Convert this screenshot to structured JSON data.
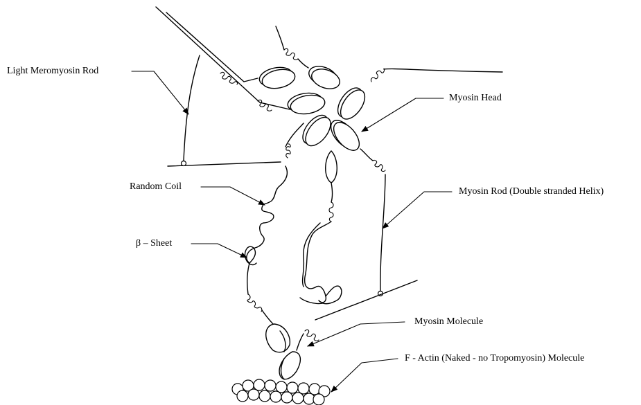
{
  "labels": {
    "light_meromyosin_rod": "Light Meromyosin Rod",
    "myosin_head": "Myosin Head",
    "random_coil": "Random Coil",
    "myosin_rod": "Myosin Rod (Double stranded Helix)",
    "beta_sheet": "β – Sheet",
    "myosin_molecule": "Myosin Molecule",
    "f_actin": "F - Actin (Naked - no Tropomyosin) Molecule"
  }
}
